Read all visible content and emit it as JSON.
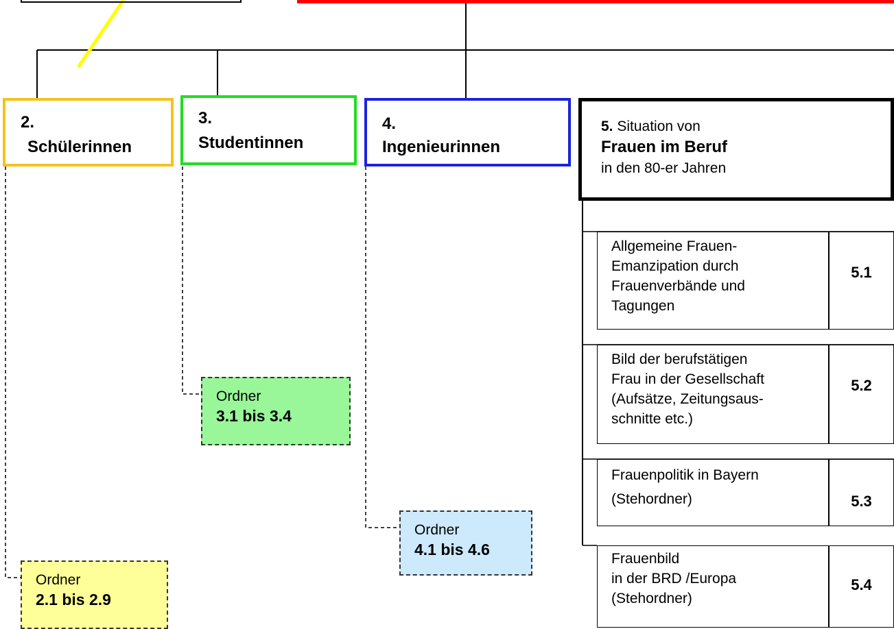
{
  "colors": {
    "schuelerinnen": "#f5c21a",
    "studentinnen": "#22dd22",
    "ingenieurinnen": "#1a22e0",
    "frauen_im_beruf": "#000000",
    "red_bar": "#ff0000",
    "yellow_line": "#ffff00",
    "ordner_green_fill": "#99f799",
    "ordner_blue_fill": "#cdeafc",
    "ordner_yellow_fill": "#ffff99"
  },
  "categories": [
    {
      "id": "schuelerinnen",
      "num": "2.",
      "label": "Schülerinnen"
    },
    {
      "id": "studentinnen",
      "num": "3.",
      "label": "Studentinnen"
    },
    {
      "id": "ingenieurinnen",
      "num": "4.",
      "label": "Ingenieurinnen"
    }
  ],
  "beruf": {
    "num": "5.",
    "pre": "Situation von",
    "bold": "Frauen im Beruf",
    "post": "in den 80-er Jahren"
  },
  "ordner": [
    {
      "word": "Ordner",
      "code": "3.1 bis 3.4"
    },
    {
      "word": "Ordner",
      "code": "4.1 bis 4.6"
    },
    {
      "word": "Ordner",
      "code": "2.1 bis 2.9"
    }
  ],
  "sub_items": [
    {
      "lines": [
        "Allgemeine Frauen-",
        "Emanzipation  durch",
        "Frauenverbände und",
        "Tagungen"
      ],
      "code": "5.1"
    },
    {
      "lines": [
        "Bild der berufstätigen",
        "Frau in der Gesellschaft",
        "(Aufsätze, Zeitungsaus-",
        "schnitte etc.)"
      ],
      "code": "5.2"
    },
    {
      "lines": [
        "Frauenpolitik in Bayern",
        "(Stehordner)"
      ],
      "code": "5.3"
    },
    {
      "lines": [
        "Frauenbild",
        "in der BRD /Europa",
        "(Stehordner)"
      ],
      "code": "5.4"
    }
  ]
}
